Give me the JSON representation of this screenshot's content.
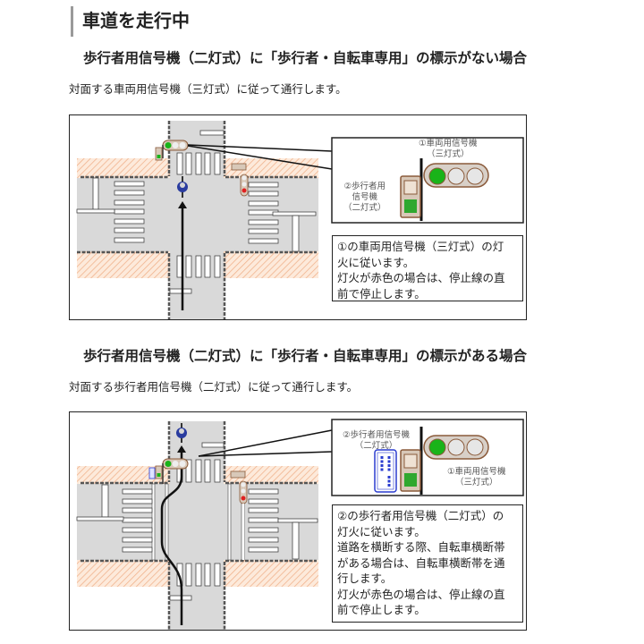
{
  "page": {
    "title": "車道を走行中"
  },
  "sections": [
    {
      "heading": "歩行者用信号機（二灯式）に「歩行者・自転車専用」の標示がない場合",
      "description": "対面する車両用信号機（三灯式）に従って通行します。",
      "diagram": {
        "vehicle_signal_label": [
          "①車両用信号機",
          "（三灯式）"
        ],
        "pedestrian_signal_label": [
          "②歩行者用",
          "信号機",
          "（二灯式）"
        ],
        "note_lines": [
          "①の車両用信号機（三灯式）の灯",
          "火に従います。",
          "灯火が赤色の場合は、停止線の直",
          "前で停止します。"
        ]
      }
    },
    {
      "heading": "歩行者用信号機（二灯式）に「歩行者・自転車専用」の標示がある場合",
      "description": "対面する歩行者用信号機（二灯式）に従って通行します。",
      "diagram": {
        "pedestrian_signal_label": [
          "②歩行者用信号機",
          "（二灯式）"
        ],
        "vehicle_signal_label": [
          "①車両用信号機",
          "（三灯式）"
        ],
        "sign_text": "歩行者 自転車 専用",
        "note_lines": [
          "②の歩行者用信号機（二灯式）の",
          "灯火に従います。",
          "道路を横断する際、自転車横断帯",
          "がある場合は、自転車横断帯を通",
          "行します。",
          "灯火が赤色の場合は、停止線の直",
          "前で停止します。"
        ]
      }
    }
  ],
  "colors": {
    "road": "#d9d9d9",
    "sidewalk": "#fbe3d2",
    "signal_green": "#19b319",
    "signal_red": "#e02020",
    "signal_housing": "#d8c8b8",
    "sign_blue": "#2a3ccf"
  }
}
